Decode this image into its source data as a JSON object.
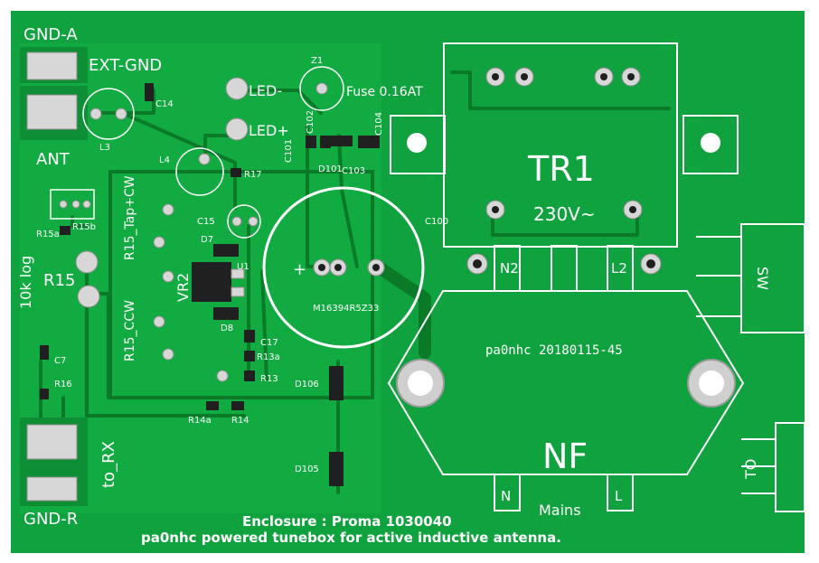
{
  "board": {
    "colors": {
      "pcb": "#0fa23e",
      "pour": "#12ab42",
      "trace": "#0a7a28",
      "silkscreen": "#ffffff",
      "pad": "#d7d7d7",
      "tin": "#c9c9c9"
    }
  },
  "labels": {
    "gnd_a": "GND-A",
    "ext_gnd": "EXT-GND",
    "ant": "ANT",
    "l3": "L3",
    "c14": "C14",
    "l4": "L4",
    "r17": "R17",
    "led_minus": "LED-",
    "led_plus": "LED+",
    "z1": "Z1",
    "fuse": "Fuse 0.16AT",
    "c101": "C101",
    "c102": "C102",
    "c104": "C104",
    "d101": "D101",
    "c103": "C103",
    "tr1": "TR1",
    "v230": "230V~",
    "c100": "C100",
    "r15b": "R15b",
    "r15a": "R15a",
    "r15_tap_cw": "R15_Tap+CW",
    "c15": "C15",
    "d7": "D7",
    "u1": "U1",
    "r15": "R15",
    "log10k": "10k log",
    "vr2": "VR2",
    "r15_ccw": "R15_CCW",
    "d8": "D8",
    "c17": "C17",
    "r13a": "R13a",
    "r13": "R13",
    "c7": "C7",
    "r16": "R16",
    "r14a": "R14a",
    "r14": "R14",
    "n2": "N2",
    "l2": "L2",
    "sw": "SW",
    "revision": "pa0nhc 20180115-45",
    "d106": "D106",
    "d105": "D105",
    "nf": "NF",
    "to": "TO",
    "to_rx": "to_RX",
    "gnd_r": "GND-R",
    "n": "N",
    "l": "L",
    "mains": "Mains",
    "enclosure": "Enclosure : Proma 1030040",
    "description": "pa0nhc powered tunebox for active inductive antenna.",
    "plus": "+",
    "cap_marking": "M16394R5Z33"
  }
}
